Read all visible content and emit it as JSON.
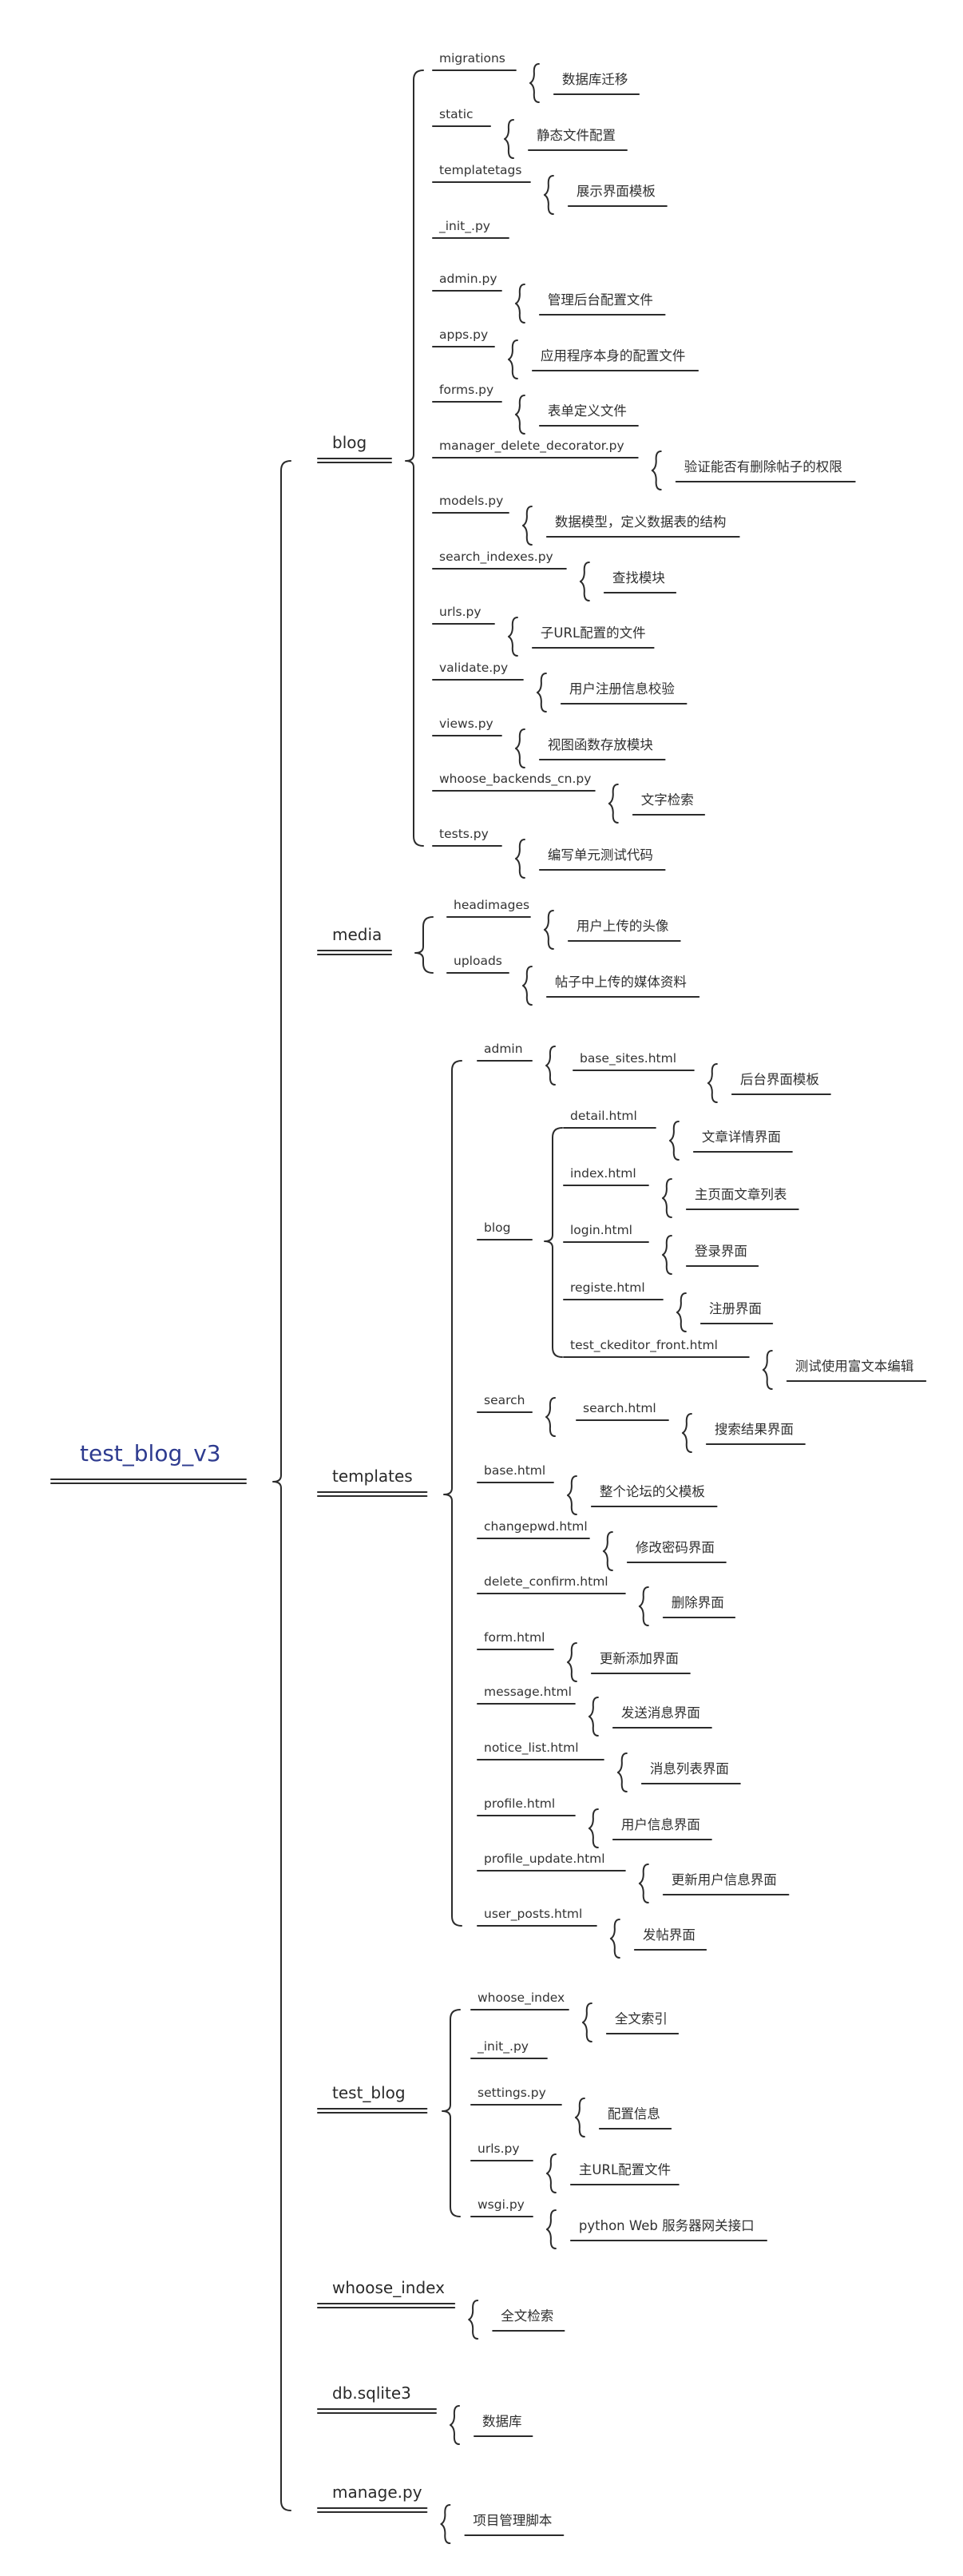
{
  "root": {
    "label": "test_blog_v3",
    "children": [
      {
        "label": "blog",
        "children": [
          {
            "label": "migrations",
            "desc": "数据库迁移"
          },
          {
            "label": "static",
            "desc": "静态文件配置"
          },
          {
            "label": "templatetags",
            "desc": "展示界面模板"
          },
          {
            "label": "_init_.py"
          },
          {
            "label": "admin.py",
            "desc": "管理后台配置文件"
          },
          {
            "label": "apps.py",
            "desc": "应用程序本身的配置文件"
          },
          {
            "label": "forms.py",
            "desc": "表单定义文件"
          },
          {
            "label": "manager_delete_decorator.py",
            "desc": "验证能否有删除帖子的权限"
          },
          {
            "label": "models.py",
            "desc": "数据模型，定义数据表的结构"
          },
          {
            "label": "search_indexes.py",
            "desc": "查找模块"
          },
          {
            "label": "urls.py",
            "desc": "子URL配置的文件"
          },
          {
            "label": "validate.py",
            "desc": "用户注册信息校验"
          },
          {
            "label": "views.py",
            "desc": "视图函数存放模块"
          },
          {
            "label": "whoose_backends_cn.py",
            "desc": "文字检索"
          },
          {
            "label": "tests.py",
            "desc": "编写单元测试代码"
          }
        ]
      },
      {
        "label": "media",
        "children": [
          {
            "label": "headimages",
            "desc": "用户上传的头像"
          },
          {
            "label": "uploads",
            "desc": "帖子中上传的媒体资料"
          }
        ]
      },
      {
        "label": "templates",
        "children": [
          {
            "label": "admin",
            "children": [
              {
                "label": "base_sites.html",
                "desc": "后台界面模板"
              }
            ]
          },
          {
            "label": "blog",
            "children": [
              {
                "label": "detail.html",
                "desc": "文章详情界面"
              },
              {
                "label": "index.html",
                "desc": "主页面文章列表"
              },
              {
                "label": "login.html",
                "desc": "登录界面"
              },
              {
                "label": "registe.html",
                "desc": "注册界面"
              },
              {
                "label": "test_ckeditor_front.html",
                "desc": "测试使用富文本编辑"
              }
            ]
          },
          {
            "label": "search",
            "children": [
              {
                "label": "search.html",
                "desc": "搜索结果界面"
              }
            ]
          },
          {
            "label": "base.html",
            "desc": "整个论坛的父模板"
          },
          {
            "label": "changepwd.html",
            "desc": "修改密码界面"
          },
          {
            "label": "delete_confirm.html",
            "desc": "删除界面"
          },
          {
            "label": "form.html",
            "desc": "更新添加界面"
          },
          {
            "label": "message.html",
            "desc": "发送消息界面"
          },
          {
            "label": "notice_list.html",
            "desc": "消息列表界面"
          },
          {
            "label": "profile.html",
            "desc": "用户信息界面"
          },
          {
            "label": "profile_update.html",
            "desc": "更新用户信息界面"
          },
          {
            "label": "user_posts.html",
            "desc": "发帖界面"
          }
        ]
      },
      {
        "label": "test_blog",
        "children": [
          {
            "label": "whoose_index",
            "desc": "全文索引"
          },
          {
            "label": "_init_.py"
          },
          {
            "label": "settings.py",
            "desc": "配置信息"
          },
          {
            "label": "urls.py",
            "desc": "主URL配置文件"
          },
          {
            "label": "wsgi.py",
            "desc": "python Web 服务器网关接口"
          }
        ]
      },
      {
        "label": "whoose_index",
        "desc": "全文检索"
      },
      {
        "label": "db.sqlite3",
        "desc": "数据库"
      },
      {
        "label": "manage.py",
        "desc": "项目管理脚本"
      }
    ]
  }
}
